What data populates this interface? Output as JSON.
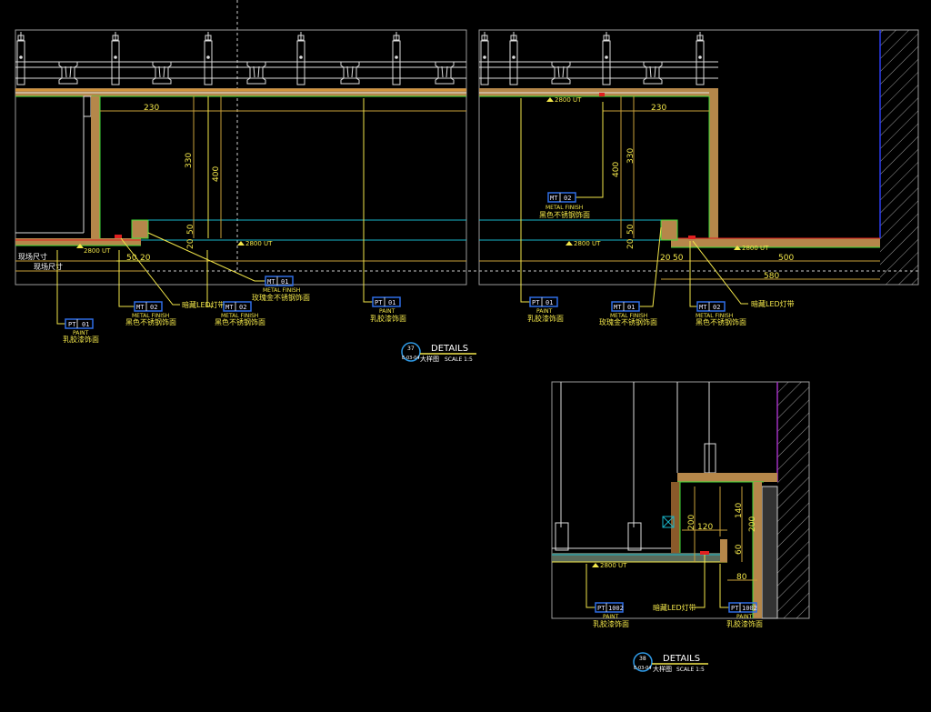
{
  "colors": {
    "frame": "#9a9a9a",
    "dim": "#c9a03a",
    "leader": "#f2e64a",
    "cyan": "#19b5c8",
    "green": "#3fdc3a",
    "orange": "#d88a2a",
    "tag": "#2f6ee6",
    "hatch": "#bfbfbf",
    "wall_line": "#2a3cf0",
    "wall_line2": "#a030c0",
    "red": "#e02020"
  },
  "panel1": {
    "dims": {
      "d230": "230",
      "d330": "330",
      "d400": "400",
      "d50v": "50",
      "d20v": "20",
      "d50h": "50",
      "d20h": "20"
    },
    "level_marks": [
      "2800 UT",
      "2800 UT"
    ],
    "site_size": [
      "现场尺寸",
      "现场尺寸"
    ],
    "callouts": [
      {
        "code": "PT",
        "num": "01",
        "type": "PAINT",
        "desc": "乳胶漆饰面"
      },
      {
        "code": "MT",
        "num": "02",
        "type": "METAL FINISH",
        "desc": "黑色不锈钢饰面"
      },
      {
        "code": "MT",
        "num": "02",
        "type": "METAL FINISH",
        "desc": "黑色不锈钢饰面"
      },
      {
        "code": "MT",
        "num": "01",
        "type": "METAL FINISH",
        "desc": "玫瑰金不锈钢饰面"
      },
      {
        "code": "PT",
        "num": "01",
        "type": "PAINT",
        "desc": "乳胶漆饰面"
      }
    ],
    "led_note": "暗藏LED灯带"
  },
  "panel2": {
    "dims": {
      "d230": "230",
      "d330": "330",
      "d400": "400",
      "d50v": "50",
      "d20v": "20",
      "d20h": "20",
      "d50h": "50",
      "d500": "500",
      "d580": "580"
    },
    "level_marks": [
      "2800 UT",
      "2800 UT",
      "2800 UT"
    ],
    "callouts": [
      {
        "code": "MT",
        "num": "02",
        "type": "METAL FINISH",
        "desc": "黑色不锈钢饰面"
      },
      {
        "code": "PT",
        "num": "01",
        "type": "PAINT",
        "desc": "乳胶漆饰面"
      },
      {
        "code": "MT",
        "num": "01",
        "type": "METAL FINISH",
        "desc": "玫瑰金不锈钢饰面"
      },
      {
        "code": "MT",
        "num": "02",
        "type": "METAL FINISH",
        "desc": "黑色不锈钢饰面"
      }
    ],
    "led_note": "暗藏LED灯带"
  },
  "title1": {
    "num": "37",
    "sheet": "E-03-04",
    "title": "DETAILS",
    "sub": "大样图",
    "scale": "SCALE 1:5"
  },
  "panel3": {
    "dims": {
      "d200a": "200",
      "d120": "120",
      "d140": "140",
      "d200b": "200",
      "d60": "60",
      "d80": "80"
    },
    "level_mark": "2800 UT",
    "callouts": [
      {
        "code": "PT",
        "num": "1002",
        "type": "PAINT",
        "desc": "乳胶漆饰面"
      },
      {
        "code": "PT",
        "num": "1002",
        "type": "PAINT",
        "desc": "乳胶漆饰面"
      }
    ],
    "led_note": "暗藏LED灯带"
  },
  "title2": {
    "num": "38",
    "sheet": "E-03-04",
    "title": "DETAILS",
    "sub": "大样图",
    "scale": "SCALE 1:5"
  }
}
